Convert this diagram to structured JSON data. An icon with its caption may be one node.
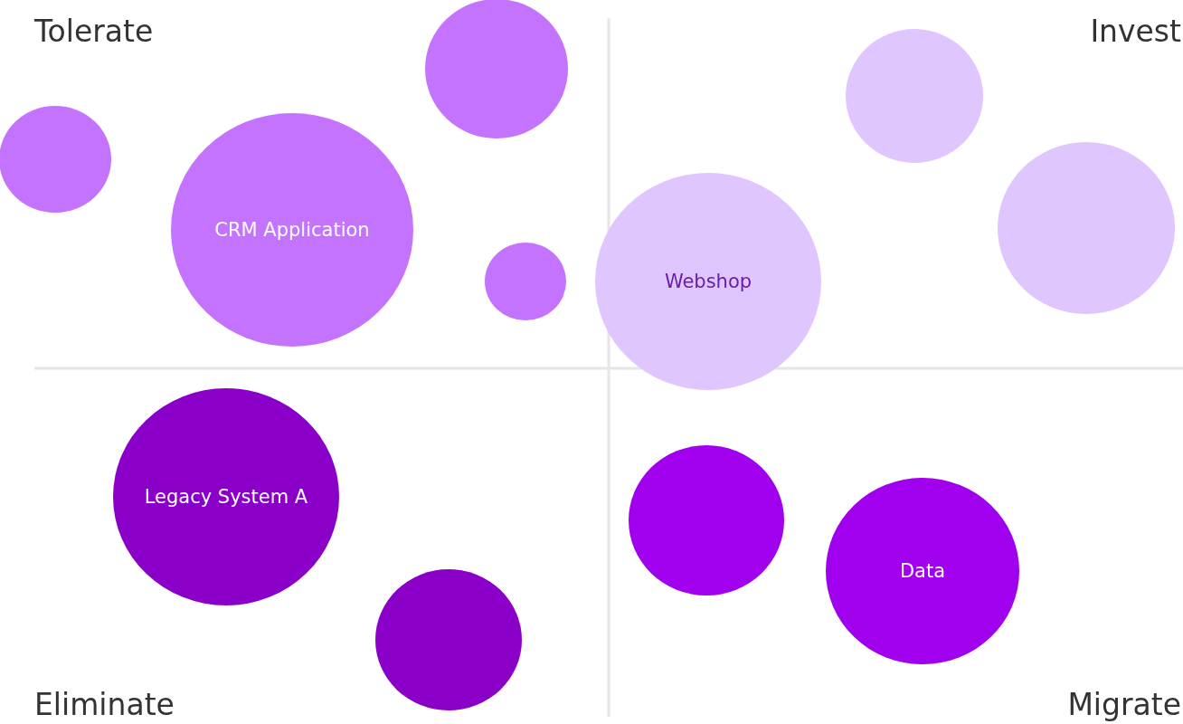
{
  "diagram": {
    "nodes": [
      {
        "text": [],
        "shape": "circle"
      },
      {
        "text": [],
        "shape": "circle"
      },
      {
        "text": [],
        "shape": "circle"
      },
      {
        "text": [
          "CRM Application"
        ]
      },
      {
        "text": [],
        "shape": "circle"
      },
      {
        "text": [],
        "shape": "circle"
      },
      {
        "text": [
          "Webshop"
        ]
      },
      {
        "text": [
          "Legacy System A"
        ]
      },
      {
        "text": [],
        "shape": "circle"
      },
      {
        "text": [
          "Data"
        ]
      },
      {
        "text": [],
        "shape": "circle"
      }
    ],
    "labels": [
      "Tolerate",
      "Invest",
      "Eliminate",
      "Migrate"
    ]
  }
}
